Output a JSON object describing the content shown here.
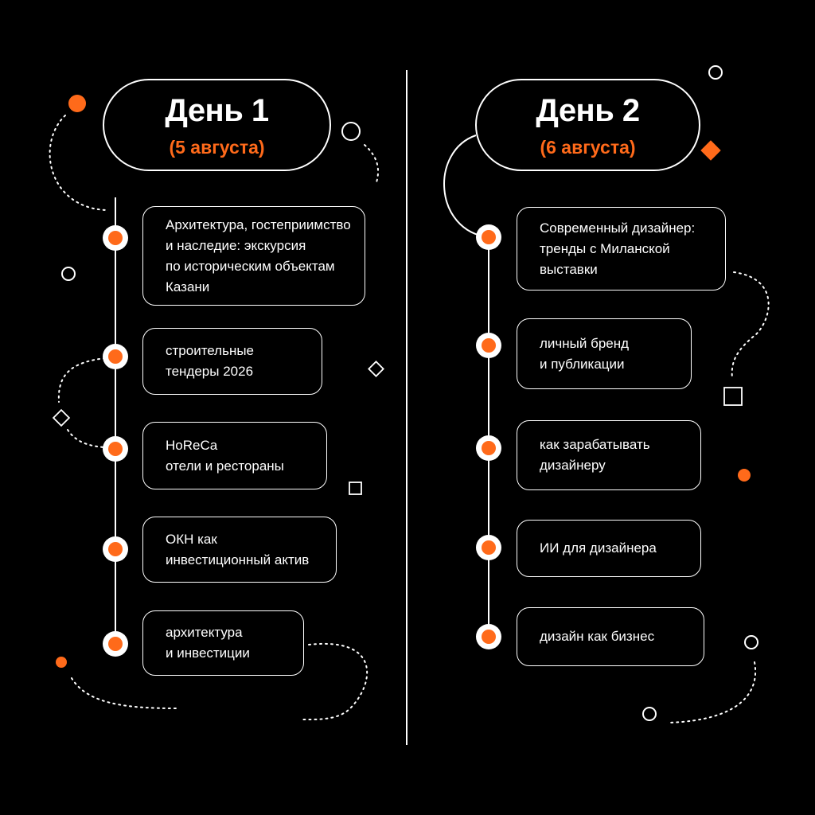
{
  "colors": {
    "background": "#000000",
    "accent": "#ff6a1a",
    "line": "#ffffff"
  },
  "day1": {
    "title": "День 1",
    "date": "(5 августа)",
    "items": [
      "Архитектура, гостеприимство\nи наследие: экскурсия\nпо историческим объектам\nКазани",
      "строительные\nтендеры 2026",
      "HoReCa\nотели и рестораны",
      "ОКН как\nинвестиционный актив",
      "архитектура\nи инвестиции"
    ]
  },
  "day2": {
    "title": "День 2",
    "date": "(6 августа)",
    "items": [
      "Современный дизайнер:\nтренды с Миланской\nвыставки",
      "личный бренд\nи публикации",
      "как зарабатывать\nдизайнеру",
      "ИИ для дизайнера",
      "дизайн как бизнес"
    ]
  }
}
